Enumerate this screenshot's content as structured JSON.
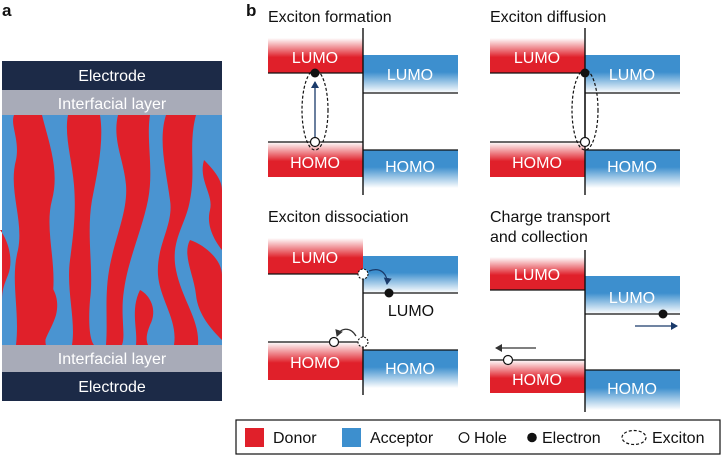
{
  "panel_a": {
    "label": "a",
    "top_electrode": "Electrode",
    "top_interfacial": "Interfacial layer",
    "bottom_interfacial": "Interfacial layer",
    "bottom_electrode": "Electrode"
  },
  "panel_b": {
    "label": "b",
    "steps": [
      {
        "title": [
          "Exciton formation"
        ],
        "donor_lumo": "LUMO",
        "acceptor_lumo": "LUMO",
        "donor_homo": "HOMO",
        "acceptor_homo": "HOMO"
      },
      {
        "title": [
          "Exciton diffusion"
        ],
        "donor_lumo": "LUMO",
        "acceptor_lumo": "LUMO",
        "donor_homo": "HOMO",
        "acceptor_homo": "HOMO"
      },
      {
        "title": [
          "Exciton dissociation"
        ],
        "donor_lumo": "LUMO",
        "acceptor_lumo": "LUMO",
        "donor_homo": "HOMO",
        "acceptor_homo": "HOMO"
      },
      {
        "title": [
          "Charge transport",
          "and collection"
        ],
        "donor_lumo": "LUMO",
        "acceptor_lumo": "LUMO",
        "donor_homo": "HOMO",
        "acceptor_homo": "HOMO"
      }
    ]
  },
  "legend": {
    "donor": "Donor",
    "acceptor": "Acceptor",
    "hole": "Hole",
    "electron": "Electron",
    "exciton": "Exciton"
  },
  "colors": {
    "donor": "#e0202a",
    "acceptor": "#3d8fce",
    "electrode": "#1c2a47",
    "interfacial": "#a8abb8",
    "matrix": "#4a94d1",
    "text": "#111111"
  }
}
